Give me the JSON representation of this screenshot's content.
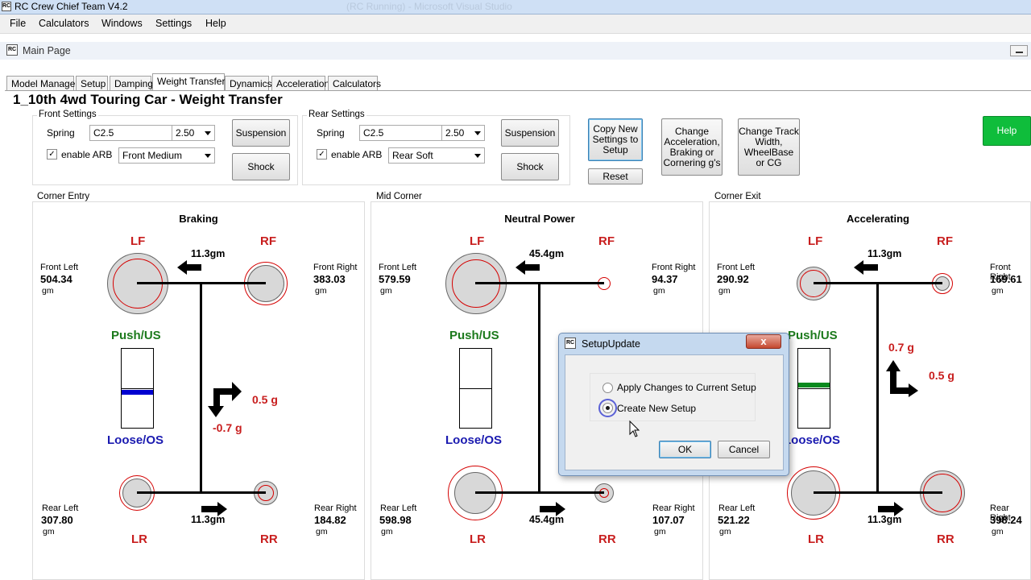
{
  "app": {
    "title": "RC Crew Chief Team V4.2",
    "ghost_title": "(RC Running) - Microsoft Visual Studio",
    "menu": [
      "File",
      "Calculators",
      "Windows",
      "Settings",
      "Help"
    ]
  },
  "child_window": {
    "title": "Main Page"
  },
  "tabs": [
    "Model Manager",
    "Setup",
    "Damping",
    "Weight Transfer",
    "Dynamics",
    "Acceleration",
    "Calculators"
  ],
  "active_tab": "Weight Transfer",
  "page_title": "1_10th 4wd Touring Car - Weight Transfer",
  "front_settings": {
    "label": "Front Settings",
    "spring_label": "Spring",
    "spring_name": "C2.5",
    "spring_rate": "2.50",
    "arb_label": "enable ARB",
    "arb_checked": true,
    "arb_value": "Front Medium",
    "suspension_btn": "Suspension",
    "shock_btn": "Shock"
  },
  "rear_settings": {
    "label": "Rear Settings",
    "spring_label": "Spring",
    "spring_name": "C2.5",
    "spring_rate": "2.50",
    "arb_label": "enable ARB",
    "arb_checked": true,
    "arb_value": "Rear Soft",
    "suspension_btn": "Suspension",
    "shock_btn": "Shock"
  },
  "buttons": {
    "copy": "Copy New Settings to Setup",
    "reset": "Reset",
    "change_accel": "Change Acceleration, Braking or Cornering g's",
    "change_track": "Change Track Width, WheelBase or CG",
    "help": "Help"
  },
  "sections": [
    {
      "group": "Corner Entry",
      "title": "Braking",
      "front_left": {
        "name": "Front Left",
        "value": "504.34",
        "unit": "gm"
      },
      "front_right": {
        "name": "Front Right",
        "value": "383.03",
        "unit": "gm"
      },
      "rear_left": {
        "name": "Rear Left",
        "value": "307.80",
        "unit": "gm"
      },
      "rear_right": {
        "name": "Rear Right",
        "value": "184.82",
        "unit": "gm"
      },
      "front_transfer": "11.3gm",
      "rear_transfer": "11.3gm",
      "g_lat": "0.5 g",
      "g_long": "-0.7 g",
      "push": "Push/US",
      "loose": "Loose/OS",
      "wheel_labels": [
        "LF",
        "RF",
        "LR",
        "RR"
      ]
    },
    {
      "group": "Mid Corner",
      "title": "Neutral Power",
      "front_left": {
        "name": "Front Left",
        "value": "579.59",
        "unit": "gm"
      },
      "front_right": {
        "name": "Front Right",
        "value": "94.37",
        "unit": "gm"
      },
      "rear_left": {
        "name": "Rear Left",
        "value": "598.98",
        "unit": "gm"
      },
      "rear_right": {
        "name": "Rear Right",
        "value": "107.07",
        "unit": "gm"
      },
      "front_transfer": "45.4gm",
      "rear_transfer": "45.4gm",
      "push": "Push/US",
      "loose": "Loose/OS",
      "wheel_labels": [
        "LF",
        "RF",
        "LR",
        "RR"
      ]
    },
    {
      "group": "Corner Exit",
      "title": "Accelerating",
      "front_left": {
        "name": "Front Left",
        "value": "290.92",
        "unit": "gm"
      },
      "front_right": {
        "name": "Front Right",
        "value": "169.61",
        "unit": "gm"
      },
      "rear_left": {
        "name": "Rear Left",
        "value": "521.22",
        "unit": "gm"
      },
      "rear_right": {
        "name": "Rear Right",
        "value": "398.24",
        "unit": "gm"
      },
      "front_transfer": "11.3gm",
      "rear_transfer": "11.3gm",
      "g_long": "0.7 g",
      "g_lat": "0.5 g",
      "push": "Push/US",
      "loose": "Loose/OS",
      "wheel_labels": [
        "LF",
        "RF",
        "LR",
        "RR"
      ]
    }
  ],
  "dialog": {
    "title": "SetupUpdate",
    "close": "x",
    "option_apply": "Apply Changes to Current Setup",
    "option_create": "Create New Setup",
    "selected": "Create New Setup",
    "ok": "OK",
    "cancel": "Cancel"
  },
  "colors": {
    "weight_red": "#c81e1e",
    "push_green": "#1c7a1c",
    "loose_blue": "#1a1ab0",
    "help_green": "#0fbd3b"
  },
  "icons": [
    "app-icon",
    "minimize-icon",
    "arrow-left-icon",
    "arrow-right-icon",
    "g-vector-icon",
    "close-icon",
    "checkbox-icon",
    "radio-icon"
  ]
}
